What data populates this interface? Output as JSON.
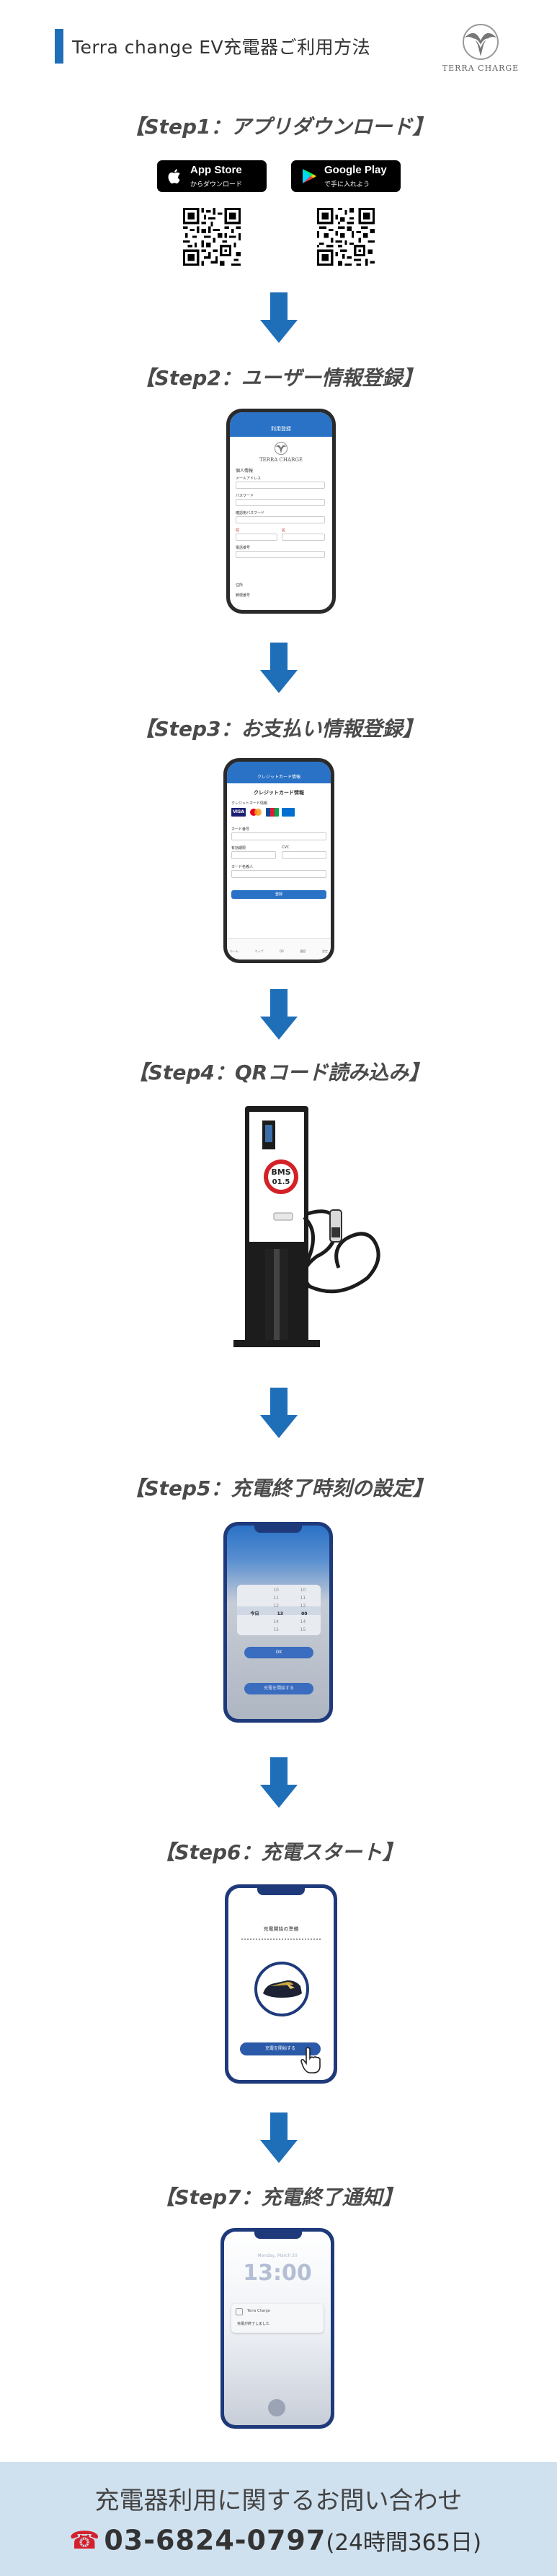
{
  "header": {
    "title": "Terra change EV充電器ご利用方法",
    "logo_text": "TERRA CHARGE"
  },
  "steps": [
    {
      "label": "【Step1：アプリダウンロード】"
    },
    {
      "label": "【Step2：ユーザー情報登録】"
    },
    {
      "label": "【Step3：お支払い情報登録】"
    },
    {
      "label": "【Step4：QRコード読み込み】"
    },
    {
      "label": "【Step5：充電終了時刻の設定】"
    },
    {
      "label": "【Step6：充電スタート】"
    },
    {
      "label": "【Step7：充電終了通知】"
    }
  ],
  "stores": {
    "appstore_main": "App Store",
    "appstore_sub": "からダウンロード",
    "googleplay_main": "Google Play",
    "googleplay_sub": "で手に入れよう"
  },
  "screens": {
    "register_header": "利用登録",
    "register_logo": "TERRA CHARGE",
    "register_section": "個人情報",
    "register_fields": [
      "メールアドレス",
      "パスワード",
      "確認用パスワード",
      "姓",
      "名",
      "電話番号"
    ],
    "register_bottom": [
      "住所",
      "郵便番号"
    ],
    "payment_header": "クレジットカード情報",
    "payment_title": "クレジットカード情報",
    "payment_label": "クレジットカード情報",
    "payment_fields": [
      "カード番号",
      "有効期限",
      "CVC",
      "カード名義人"
    ],
    "payment_button": "登録",
    "nav_items": [
      "ホーム",
      "マップ",
      "QR",
      "履歴",
      "設定"
    ],
    "charger_display": "BMS\n01.5",
    "time_rows": [
      [
        "",
        "10",
        "10"
      ],
      [
        "",
        "11",
        "11"
      ],
      [
        "",
        "12",
        "12"
      ],
      [
        "今日",
        "13",
        "00"
      ],
      [
        "",
        "14",
        "14"
      ],
      [
        "",
        "15",
        "15"
      ]
    ],
    "time_ok": "OK",
    "time_start": "充電を開始する",
    "charge_title": "充電開始の準備",
    "charge_button": "充電を開始する",
    "notify_date": "Monday, March 20",
    "notify_time": "13:00",
    "notify_app": "Terra Charge",
    "notify_msg": "充電が終了しました"
  },
  "footer": {
    "line1": "充電器利用に関するお問い合わせ",
    "phone_icon": "☎",
    "number": "03-6824-0797",
    "hours": "(24時間365日)"
  },
  "colors": {
    "accent": "#1f6fb8",
    "arrow": "#1f6fb8",
    "footer_bg": "#cfe0ee",
    "phone_red": "#d4202c"
  }
}
